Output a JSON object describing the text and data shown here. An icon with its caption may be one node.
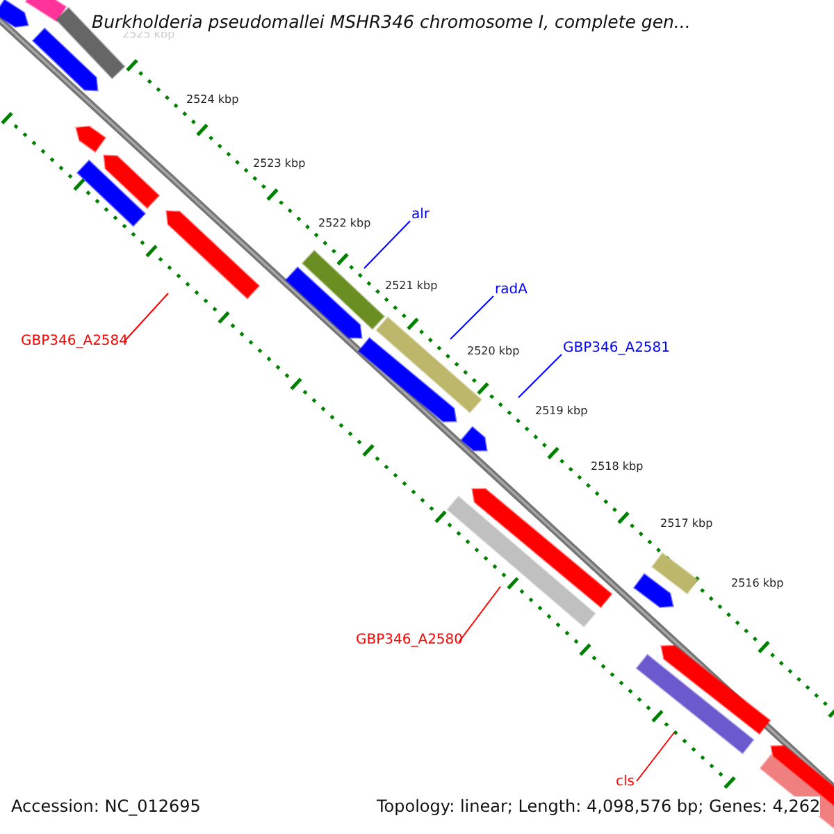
{
  "diagram": {
    "title": "Burkholderia pseudomallei MSHR346 chromosome I, complete gen...",
    "nodes": [
      {
        "text": [
          "alr"
        ]
      },
      {
        "text": [
          "radA"
        ]
      },
      {
        "text": [
          "GBP346_A2581"
        ]
      },
      {
        "text": [
          "GBP346_A2584"
        ]
      },
      {
        "text": [
          "GBP346_A2580"
        ]
      },
      {
        "text": [
          "cls"
        ]
      }
    ],
    "edges": [
      {
        "from": 0,
        "to": null,
        "arrow": "none",
        "color": "#0000ff"
      },
      {
        "from": 1,
        "to": null,
        "arrow": "none",
        "color": "#0000ff"
      },
      {
        "from": 2,
        "to": null,
        "arrow": "none",
        "color": "#0000ff"
      },
      {
        "from": 3,
        "to": null,
        "arrow": "none",
        "color": "#ff0000"
      },
      {
        "from": 4,
        "to": null,
        "arrow": "none",
        "color": "#ff0000"
      },
      {
        "from": 5,
        "to": null,
        "arrow": "none",
        "color": "#ff0000"
      }
    ],
    "labels": [
      "2525 kbp",
      "2524 kbp",
      "2523 kbp",
      "2522 kbp",
      "2521 kbp",
      "2520 kbp",
      "2519 kbp",
      "2518 kbp",
      "2517 kbp",
      "2516 kbp",
      "Accession: NC_012695",
      "Topology: linear; Length: 4,098,576 bp; Genes: 4,262"
    ]
  }
}
